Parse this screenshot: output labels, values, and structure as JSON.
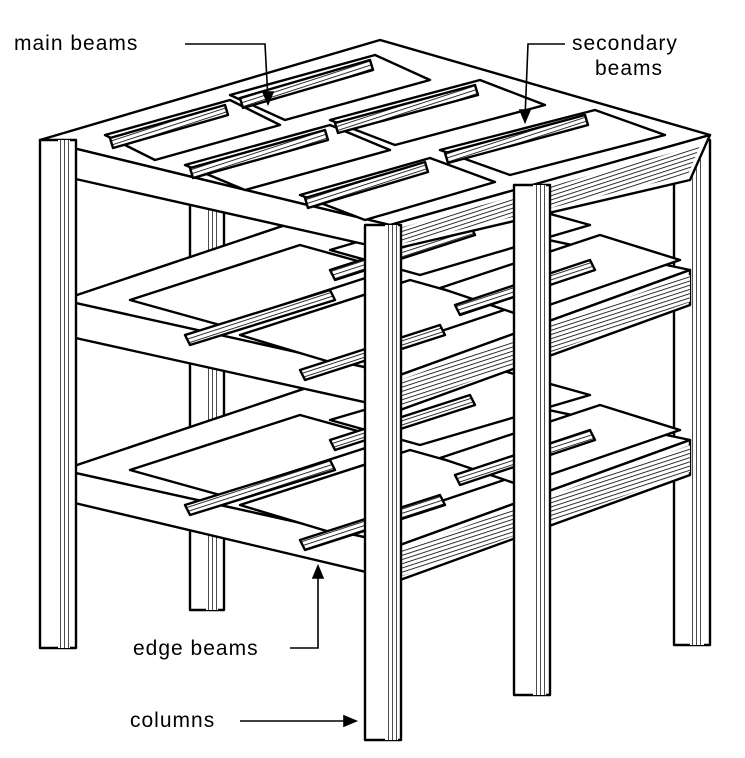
{
  "figure": {
    "labels": {
      "main_beams": "main beams",
      "secondary_beams_line1": "secondary",
      "secondary_beams_line2": "beams",
      "edge_beams": "edge beams",
      "columns": "columns"
    },
    "colors": {
      "ink": "#000000",
      "paper": "#ffffff"
    }
  }
}
